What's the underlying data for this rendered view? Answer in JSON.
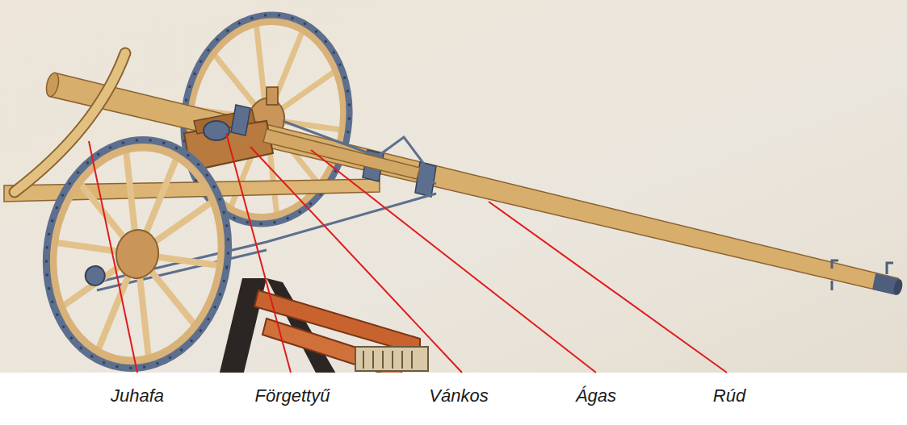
{
  "diagram": {
    "labels": [
      "Juhafa",
      "Förgettyű",
      "Vánkos",
      "Ágas",
      "Rúd"
    ]
  }
}
